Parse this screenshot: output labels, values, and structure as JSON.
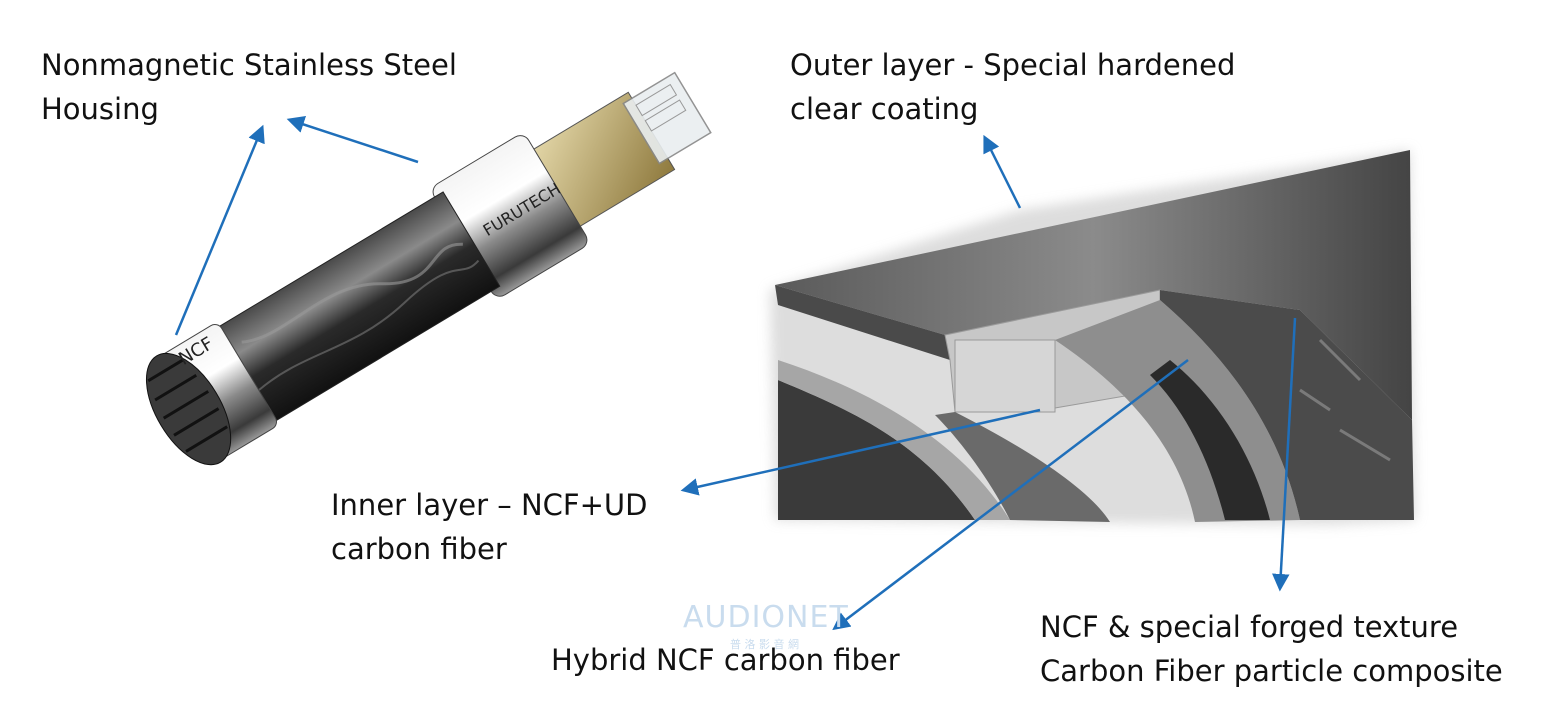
{
  "labels": {
    "housing": [
      "Nonmagnetic Stainless Steel",
      "Housing"
    ],
    "outer": [
      "Outer layer - Special hardened",
      "clear coating"
    ],
    "inner": [
      "Inner layer – NCF+UD",
      "carbon fiber"
    ],
    "hybrid": [
      "Hybrid NCF carbon fiber"
    ],
    "forged": [
      "NCF & special forged texture",
      "Carbon Fiber particle composite"
    ]
  },
  "product": {
    "brand_engraving": "FURUTECH",
    "ncf_marking": "NCF"
  },
  "watermark": {
    "main": "AUDIONET",
    "sub": "普 洛 影 音 網"
  },
  "colors": {
    "arrow": "#1f6fba",
    "text": "#111111",
    "steel": "#c9c9c9",
    "carbon": "#2a2a2a",
    "plug_gold": "#b9a46a"
  }
}
